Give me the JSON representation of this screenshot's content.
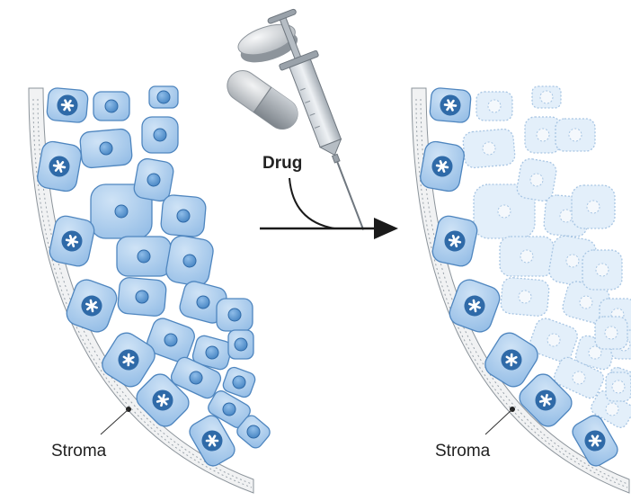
{
  "labels": {
    "drug": "Drug",
    "stroma_left": "Stroma",
    "stroma_right": "Stroma"
  },
  "colors": {
    "cell_fill": "#a9ccec",
    "cell_stroke": "#4f86bf",
    "nucleus_fill": "#5e9bd6",
    "nucleus_stroke": "#2f6aa8",
    "faded_cell_fill": "#e3effa",
    "faded_cell_stroke": "#a7c5e3",
    "stroma_line": "#9aa3ab",
    "stem_marker": "#ffffff",
    "arrow": "#1a1a1a"
  },
  "icons": [
    "pill-capsule-icon",
    "pill-tablet-icon",
    "syringe-icon",
    "arrow-right-icon"
  ]
}
